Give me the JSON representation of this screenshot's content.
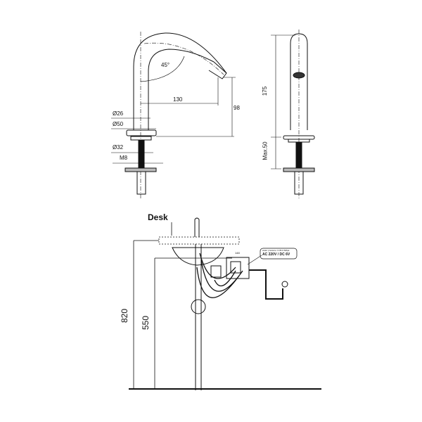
{
  "front_view": {
    "angle": "45°",
    "reach": "130",
    "height": "98",
    "d_stem": "Ø26",
    "d_base": "Ø50",
    "d_nut": "Ø32",
    "thread": "M8"
  },
  "side_view": {
    "height": "175",
    "max_thickness": "Max.50"
  },
  "install_view": {
    "desk_label": "Desk",
    "total_height": "820",
    "basin_height": "550",
    "pressure_note": "water pressure: 0.05-0.6Mpa",
    "power_note": "AC 220V / DC 6V",
    "box_dim": "148"
  },
  "colors": {
    "line": "#111111"
  }
}
